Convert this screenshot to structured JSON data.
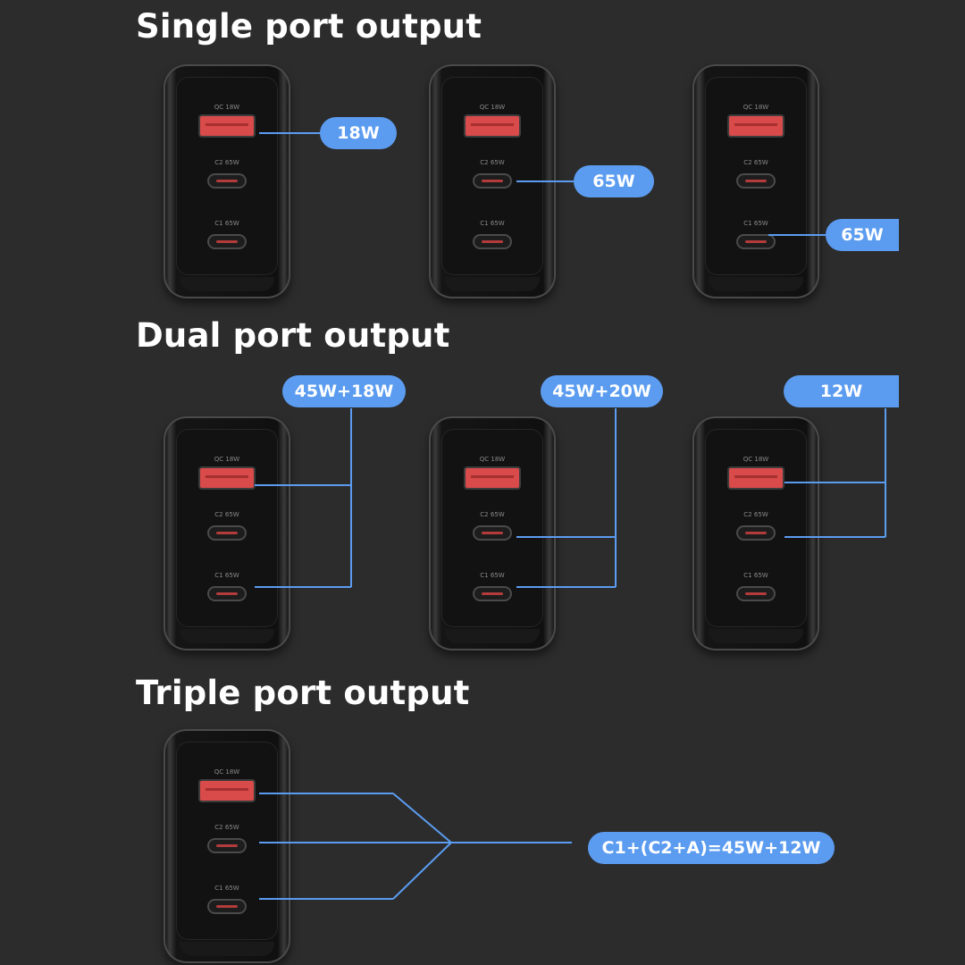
{
  "sections": {
    "single": "Single port output",
    "dual": "Dual port output",
    "triple": "Triple port output"
  },
  "port_labels": {
    "qc": "QC 18W",
    "c2": "C2 65W",
    "c1": "C1 65W"
  },
  "labels": {
    "single_1": "18W",
    "single_2": "65W",
    "single_3": "65W",
    "dual_1": "45W+18W",
    "dual_2": "45W+20W",
    "dual_3": "12W",
    "triple": "C1+(C2+A)=45W+12W"
  },
  "colors": {
    "accent": "#5b9cf0",
    "background": "#2c2c2c",
    "port_red": "#d94a4a"
  }
}
